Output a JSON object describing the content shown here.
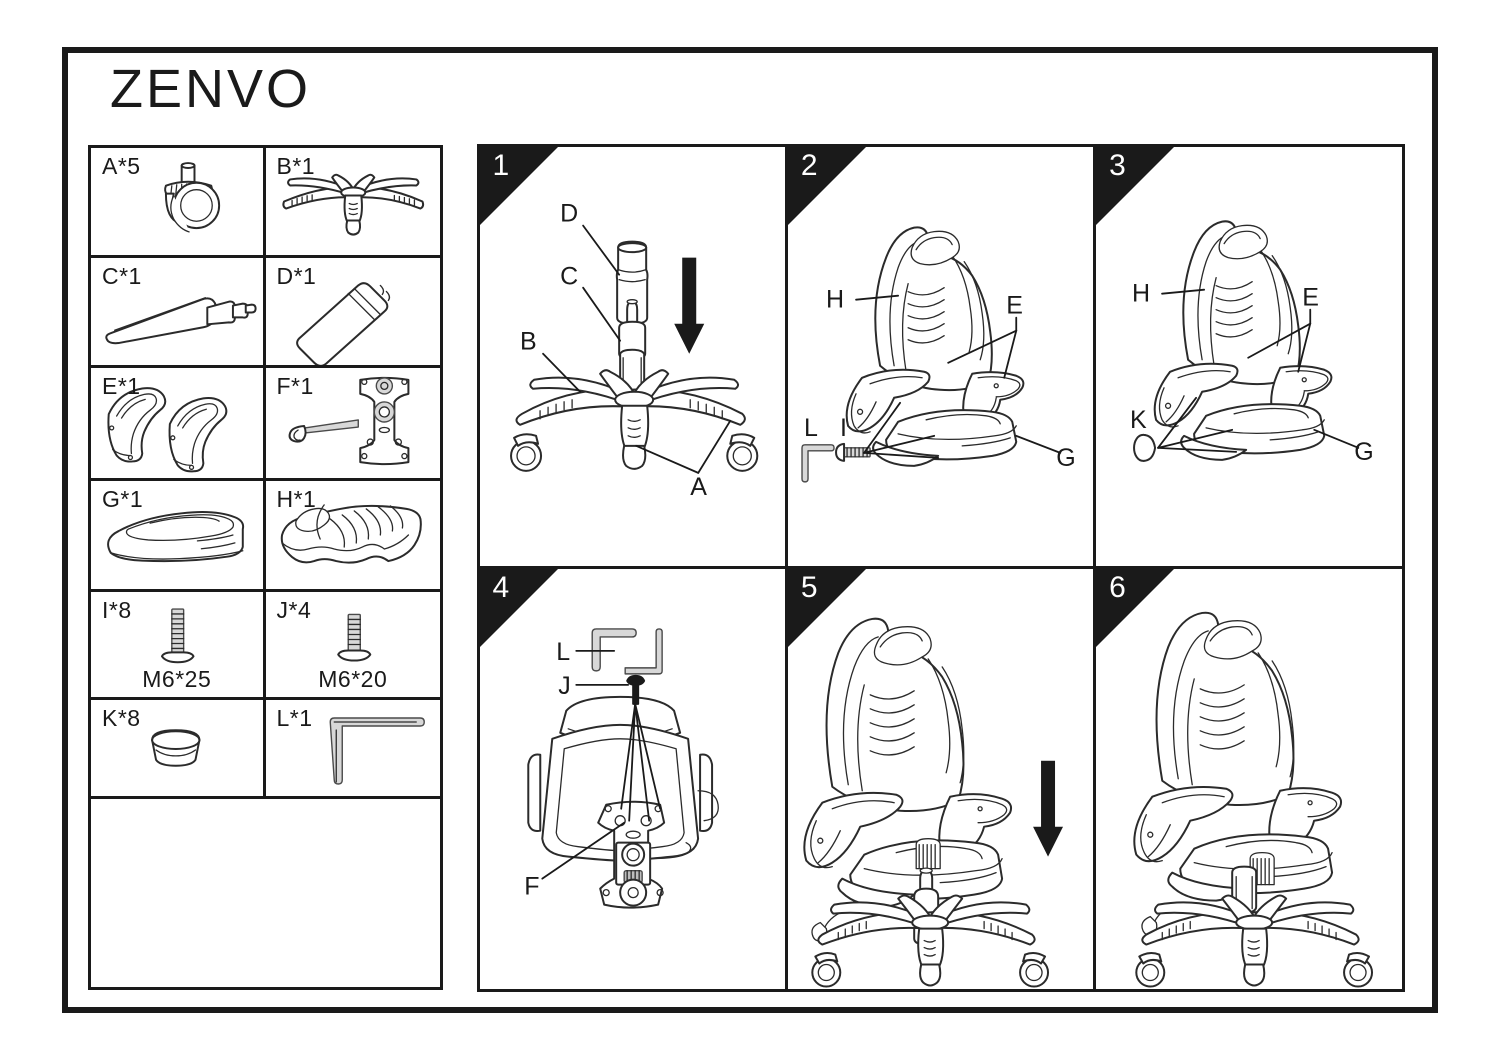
{
  "document": {
    "brand_title": "ZENVO",
    "type": "assembly-instruction-sheet",
    "ink_color": "#1a1a1a",
    "background_color": "#ffffff"
  },
  "parts_table": {
    "rows": [
      [
        {
          "id": "A",
          "label": "A*5",
          "spec": "",
          "icon": "caster-wheel-icon"
        },
        {
          "id": "B",
          "label": "B*1",
          "spec": "",
          "icon": "five-star-base-icon"
        }
      ],
      [
        {
          "id": "C",
          "label": "C*1",
          "spec": "",
          "icon": "gas-lift-cylinder-icon"
        },
        {
          "id": "D",
          "label": "D*1",
          "spec": "",
          "icon": "cylinder-cover-icon"
        }
      ],
      [
        {
          "id": "E",
          "label": "E*1",
          "spec": "",
          "icon": "armrest-pair-icon"
        },
        {
          "id": "F",
          "label": "F*1",
          "spec": "",
          "icon": "tilt-mechanism-icon"
        }
      ],
      [
        {
          "id": "G",
          "label": "G*1",
          "spec": "",
          "icon": "seat-cushion-icon"
        },
        {
          "id": "H",
          "label": "H*1",
          "spec": "",
          "icon": "backrest-icon"
        }
      ],
      [
        {
          "id": "I",
          "label": "I*8",
          "spec": "M6*25",
          "icon": "bolt-icon"
        },
        {
          "id": "J",
          "label": "J*4",
          "spec": "M6*20",
          "icon": "bolt-icon"
        }
      ],
      [
        {
          "id": "K",
          "label": "K*8",
          "spec": "",
          "icon": "cap-cover-icon"
        },
        {
          "id": "L",
          "label": "L*1",
          "spec": "",
          "icon": "allen-key-icon"
        }
      ],
      [
        {
          "id": "blank",
          "label": "",
          "spec": "",
          "icon": ""
        }
      ]
    ]
  },
  "steps": [
    {
      "number": "1",
      "name": "attach-casters-and-gas-lift",
      "callouts": [
        "D",
        "C",
        "B",
        "A"
      ],
      "has_arrow": true,
      "arrow_direction": "down"
    },
    {
      "number": "2",
      "name": "attach-armrests-with-bolts",
      "callouts": [
        "H",
        "E",
        "L",
        "I",
        "G"
      ],
      "has_arrow": false,
      "arrow_direction": ""
    },
    {
      "number": "3",
      "name": "fit-bolt-caps",
      "callouts": [
        "H",
        "E",
        "K",
        "G"
      ],
      "has_arrow": false,
      "arrow_direction": ""
    },
    {
      "number": "4",
      "name": "mount-tilt-mechanism",
      "callouts": [
        "L",
        "J",
        "F"
      ],
      "has_arrow": false,
      "arrow_direction": ""
    },
    {
      "number": "5",
      "name": "lower-seat-onto-base",
      "callouts": [],
      "has_arrow": true,
      "arrow_direction": "down"
    },
    {
      "number": "6",
      "name": "completed-chair",
      "callouts": [],
      "has_arrow": false,
      "arrow_direction": ""
    }
  ]
}
